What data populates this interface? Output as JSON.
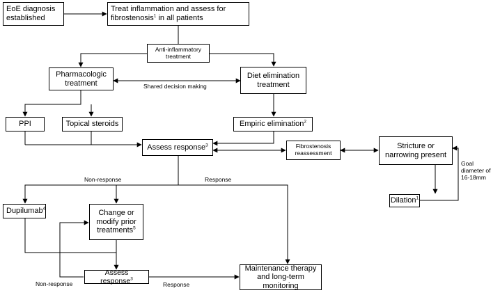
{
  "nodes": {
    "eoe_diagnosis": {
      "pre": "EoE diagnosis established"
    },
    "treat": {
      "pre": "Treat inflammation and assess for fibrostenosis",
      "sup": "1",
      "post": " in all patients"
    },
    "anti_inflammatory": {
      "pre": "Anti-inflammatory treatment"
    },
    "pharmacologic": {
      "pre": "Pharmacologic treatment"
    },
    "diet_elimination": {
      "pre": "Diet elimination treatment"
    },
    "ppi": {
      "pre": "PPI"
    },
    "topical_steroids": {
      "pre": "Topical steroids"
    },
    "empiric_elimination": {
      "pre": "Empiric elimination",
      "sup": "2"
    },
    "assess_response_1": {
      "pre": "Assess response",
      "sup": "3"
    },
    "fibrostenosis_reassessment": {
      "pre": "Fibrostenosis reassessment"
    },
    "stricture": {
      "pre": "Stricture or narrowing present"
    },
    "dilation": {
      "pre": "Dilation",
      "sup": "1"
    },
    "dupilumab": {
      "pre": "Dupilumab",
      "sup": "4"
    },
    "change_modify": {
      "pre": "Change or modify prior treatments",
      "sup": "5"
    },
    "assess_response_2": {
      "pre": "Assess response",
      "sup": "3"
    },
    "maintenance": {
      "pre": "Maintenance therapy and long-term monitoring"
    }
  },
  "edge_labels": {
    "shared_decision": "Shared decision making",
    "non_response_top": "Non-response",
    "response_top": "Response",
    "goal_diameter": "Goal diameter of 16-18mm",
    "non_response_bottom": "Non-response",
    "response_bottom": "Response"
  }
}
